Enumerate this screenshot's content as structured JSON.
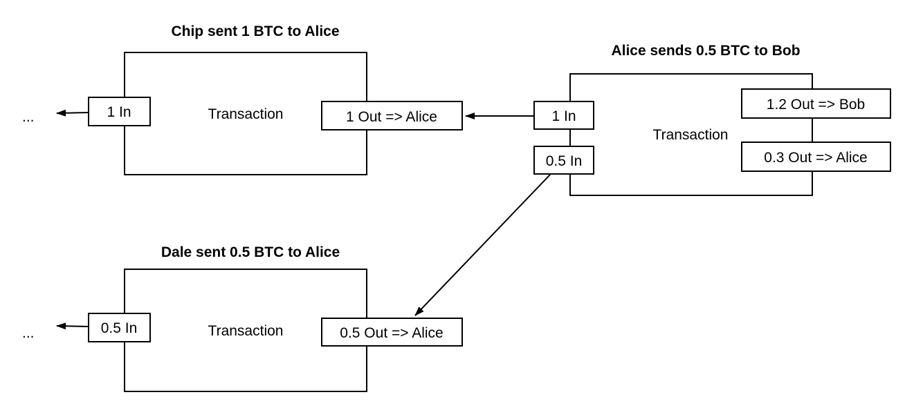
{
  "diagram": {
    "transactions": [
      {
        "id": "chip",
        "title": "Chip sent 1 BTC to Alice",
        "body_label": "Transaction",
        "inputs": [
          "1 In"
        ],
        "outputs": [
          "1 Out => Alice"
        ],
        "prev_ellipsis": "..."
      },
      {
        "id": "alice",
        "title": "Alice sends 0.5 BTC to Bob",
        "body_label": "Transaction",
        "inputs": [
          "1 In",
          "0.5 In"
        ],
        "outputs": [
          "1.2 Out => Bob",
          "0.3 Out => Alice"
        ]
      },
      {
        "id": "dale",
        "title": "Dale sent 0.5 BTC to Alice",
        "body_label": "Transaction",
        "inputs": [
          "0.5 In"
        ],
        "outputs": [
          "0.5 Out => Alice"
        ],
        "prev_ellipsis": "..."
      }
    ],
    "edges": [
      {
        "from": "alice.input.0",
        "to": "chip.output.0"
      },
      {
        "from": "alice.input.1",
        "to": "dale.output.0"
      },
      {
        "from": "chip.input.0",
        "to": "chip.ellipsis"
      },
      {
        "from": "dale.input.0",
        "to": "dale.ellipsis"
      }
    ]
  }
}
